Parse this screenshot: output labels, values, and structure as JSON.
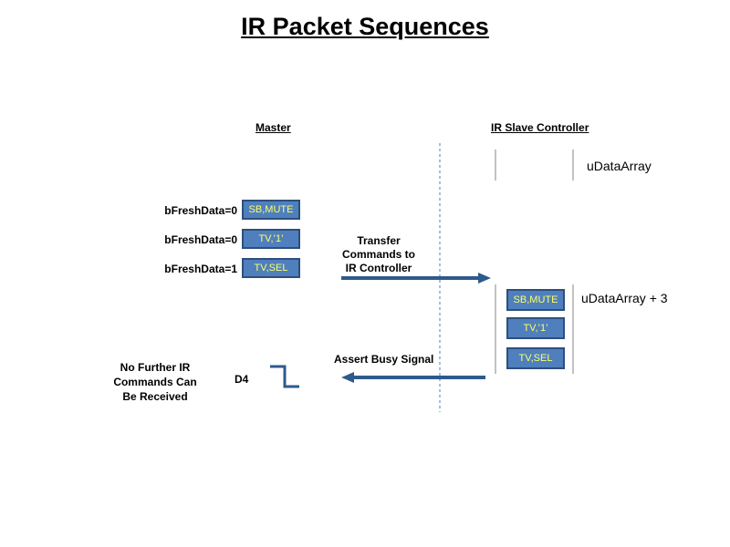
{
  "title": "IR Packet Sequences",
  "master": {
    "heading": "Master",
    "rows": [
      {
        "flag": "bFreshData=0",
        "cmd": "SB,MUTE"
      },
      {
        "flag": "bFreshData=0",
        "cmd": "TV,’1’"
      },
      {
        "flag": "bFreshData=1",
        "cmd": "TV,SEL"
      }
    ],
    "no_further": [
      "No Further IR",
      "Commands Can",
      "Be Received"
    ],
    "d4_label": "D4"
  },
  "slave": {
    "heading": "IR Slave Controller",
    "array_label": "uDataArray",
    "array_plus_label": "uDataArray + 3",
    "cmds": [
      "SB,MUTE",
      "TV,’1’",
      "TV,SEL"
    ]
  },
  "transfer": [
    "Transfer",
    "Commands to",
    "IR Controller"
  ],
  "assert_busy": "Assert Busy Signal",
  "colors": {
    "box_fill": "#4f7fbd",
    "box_border": "#2d4f7c",
    "box_text": "#ffff66",
    "arrow": "#2e5a8c",
    "divider": "#6f93c0",
    "signal": "#2e5a8c"
  }
}
